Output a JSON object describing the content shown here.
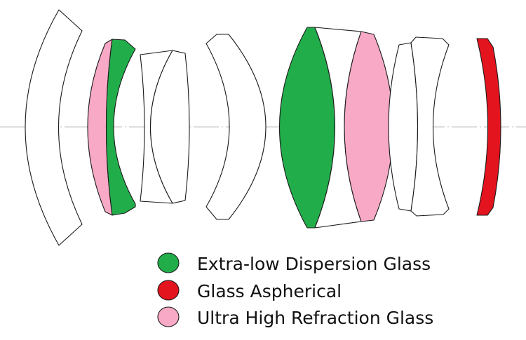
{
  "colors": {
    "ed_glass": "#22ad4b",
    "aspherical": "#e3141e",
    "uhr_glass": "#f7a9c5",
    "plain_glass": "#ffffff",
    "outline": "#1a1a1a",
    "axis": "#bdbdbd"
  },
  "lens_elements": [
    {
      "id": "element-1",
      "glass": "plain"
    },
    {
      "id": "element-2",
      "glass": "uhr"
    },
    {
      "id": "element-3",
      "glass": "ed"
    },
    {
      "id": "element-4",
      "glass": "plain"
    },
    {
      "id": "element-5",
      "glass": "plain"
    },
    {
      "id": "element-6",
      "glass": "plain"
    },
    {
      "id": "element-7",
      "glass": "ed"
    },
    {
      "id": "element-8",
      "glass": "plain"
    },
    {
      "id": "element-9",
      "glass": "uhr"
    },
    {
      "id": "element-10",
      "glass": "plain"
    },
    {
      "id": "element-11",
      "glass": "plain"
    },
    {
      "id": "element-12",
      "glass": "aspherical"
    }
  ],
  "legend": {
    "items": [
      {
        "label": "Extra-low Dispersion Glass",
        "color": "#22ad4b"
      },
      {
        "label": "Glass Aspherical",
        "color": "#e3141e"
      },
      {
        "label": "Ultra High Refraction Glass",
        "color": "#f7a9c5"
      }
    ]
  }
}
